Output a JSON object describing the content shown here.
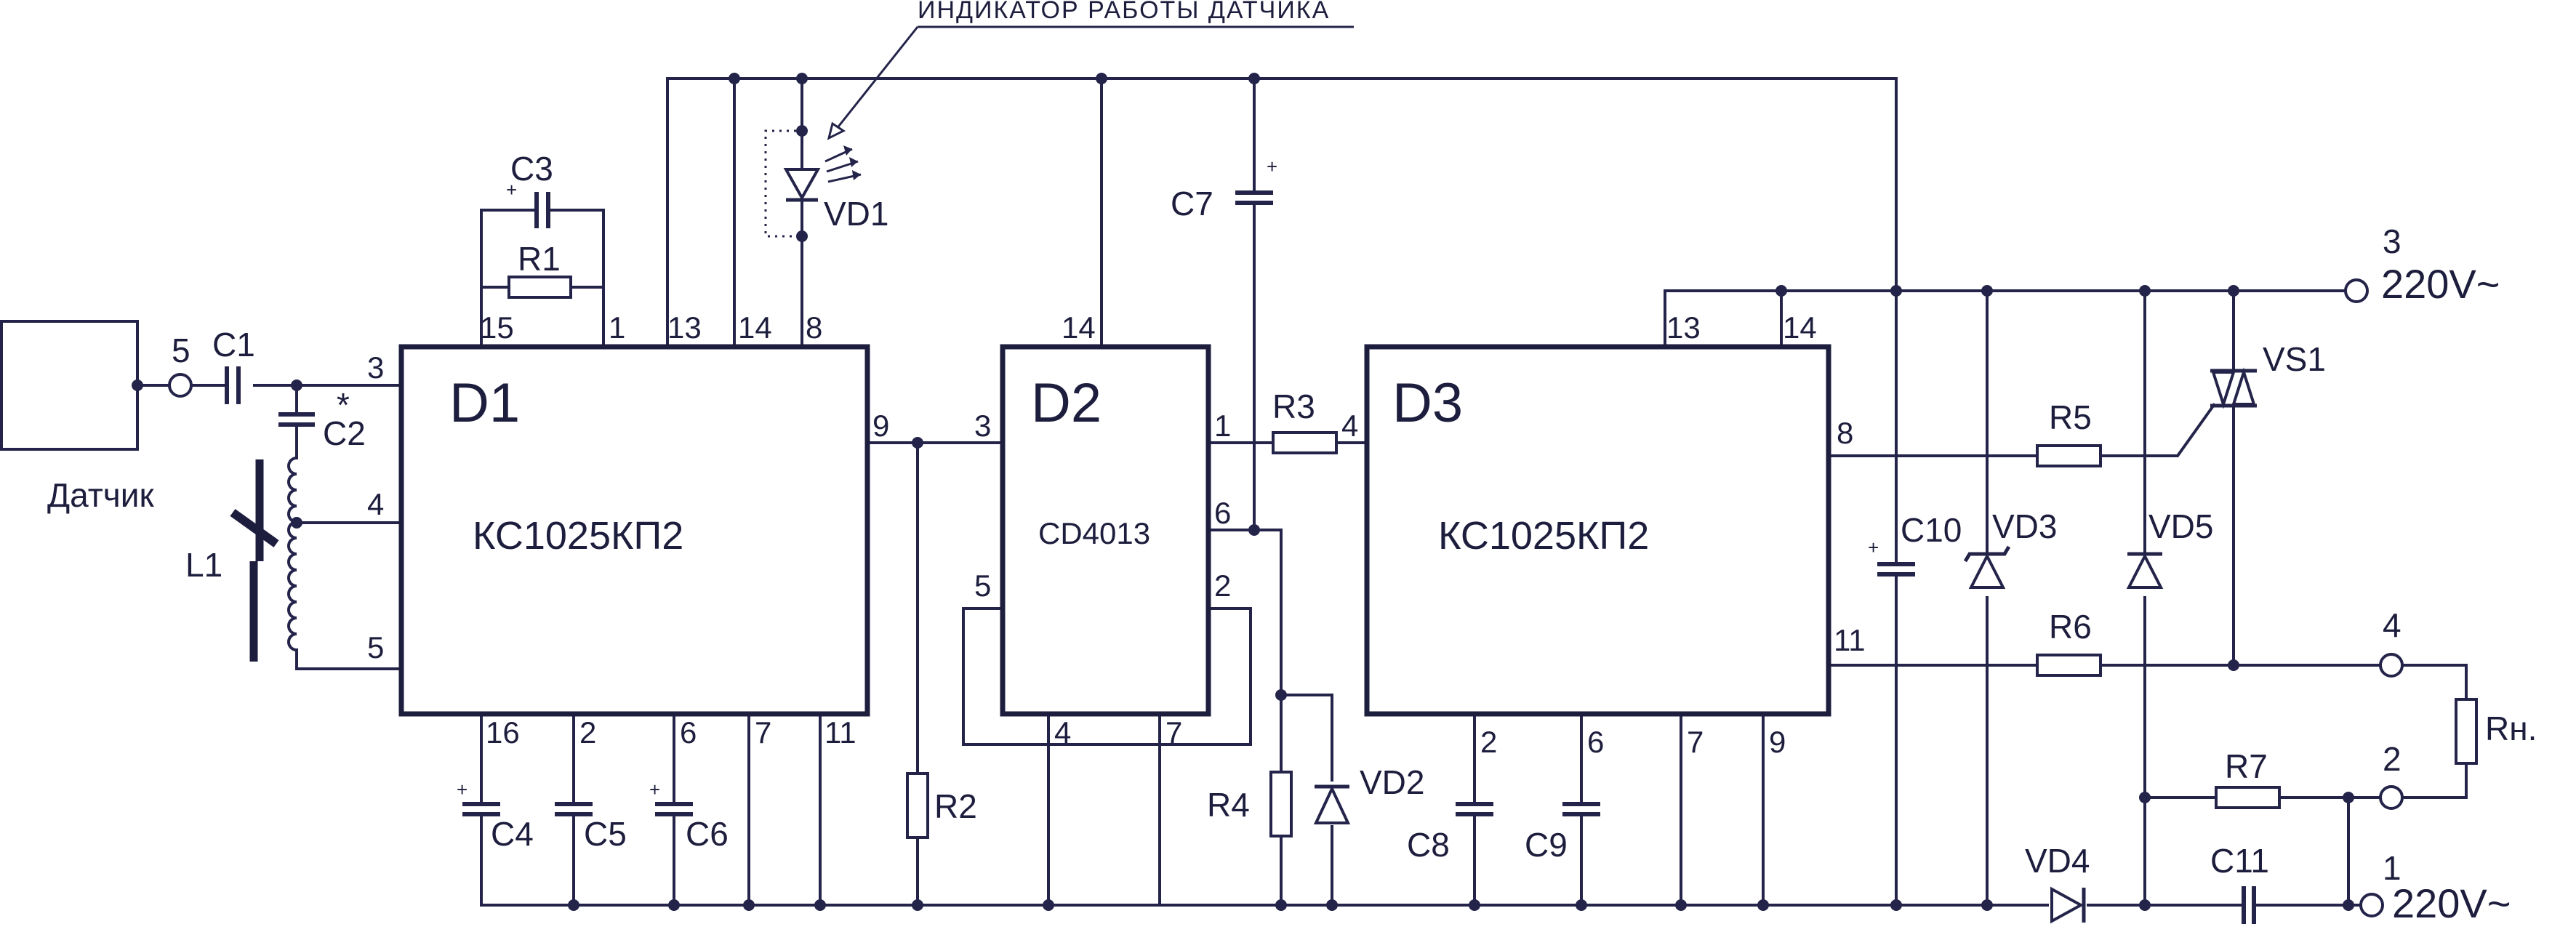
{
  "indicator_note": "ИНДИКАТОР РАБОТЫ ДАТЧИКА",
  "sensor_label": "Датчик",
  "chips": {
    "d1": {
      "ref": "D1",
      "type": "КС1025КП2"
    },
    "d2": {
      "ref": "D2",
      "type": "CD4013"
    },
    "d3": {
      "ref": "D3",
      "type": "КС1025КП2"
    }
  },
  "components": {
    "c1": "C1",
    "c2": "C2",
    "c2_mark": "*",
    "c3": "C3",
    "c4": "C4",
    "c5": "C5",
    "c6": "C6",
    "c7": "C7",
    "c8": "C8",
    "c9": "C9",
    "c10": "C10",
    "c11": "C11",
    "r1": "R1",
    "r2": "R2",
    "r3": "R3",
    "r4": "R4",
    "r5": "R5",
    "r6": "R6",
    "r7": "R7",
    "rload": "Rн.",
    "vd1": "VD1",
    "vd2": "VD2",
    "vd3": "VD3",
    "vd4": "VD4",
    "vd5": "VD5",
    "vs1": "VS1",
    "l1": "L1",
    "plus": "+"
  },
  "terminals": {
    "t1": "1",
    "t2": "2",
    "t3": "3",
    "t4": "4",
    "t5": "5",
    "mains": "220V~"
  },
  "pins": {
    "d1": {
      "p3": "3",
      "p4": "4",
      "p5": "5",
      "p15": "15",
      "p1": "1",
      "p13": "13",
      "p14": "14",
      "p8": "8",
      "p9": "9",
      "p16": "16",
      "p2": "2",
      "p6": "6",
      "p7": "7",
      "p11": "11"
    },
    "d2": {
      "p14": "14",
      "p3": "3",
      "p1": "1",
      "p6": "6",
      "p5": "5",
      "p2": "2",
      "p4": "4",
      "p7": "7"
    },
    "d3": {
      "p13": "13",
      "p14": "14",
      "p4": "4",
      "p8": "8",
      "p11": "11",
      "p2": "2",
      "p6": "6",
      "p7": "7",
      "p9": "9"
    }
  }
}
